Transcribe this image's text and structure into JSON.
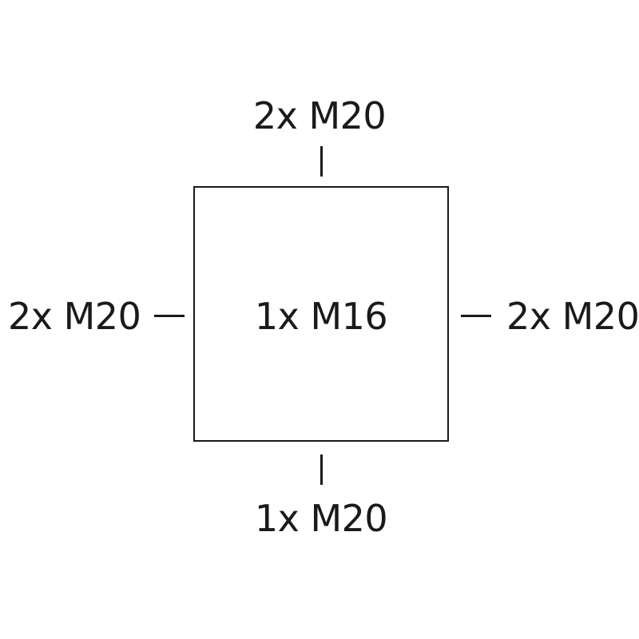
{
  "center": {
    "label": "1x M16"
  },
  "sides": {
    "top": {
      "label": "2x M20"
    },
    "bottom": {
      "label": "1x M20"
    },
    "left": {
      "label": "2x M20"
    },
    "right": {
      "label": "2x M20"
    }
  },
  "colors": {
    "line": "#1a1a1a",
    "background": "#ffffff"
  }
}
